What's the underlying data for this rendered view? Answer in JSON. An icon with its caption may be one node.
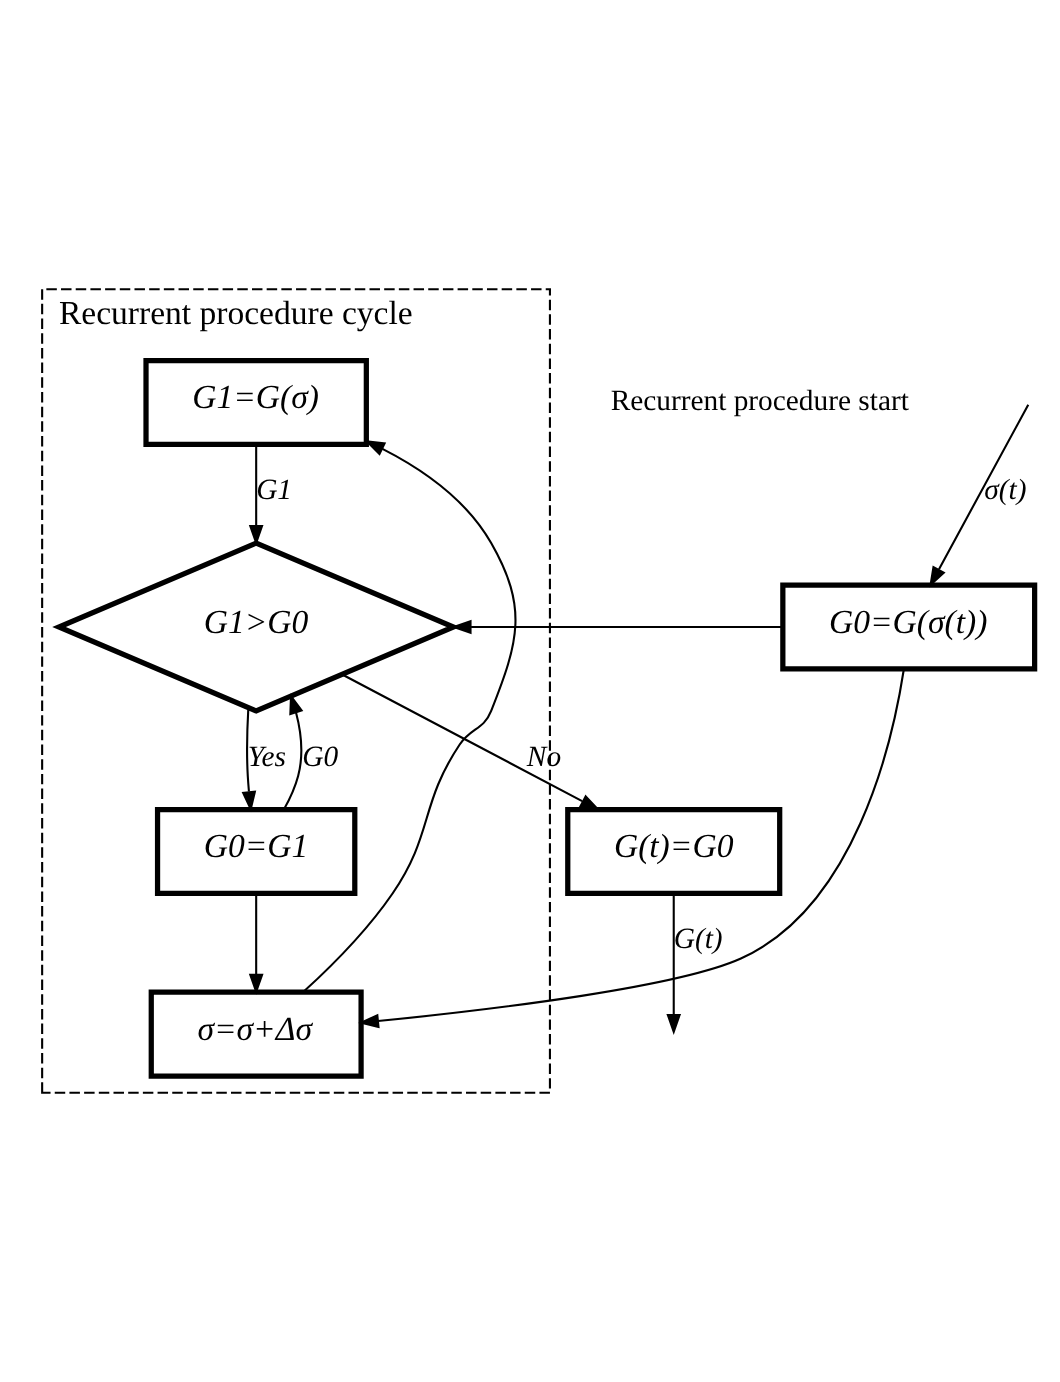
{
  "diagram": {
    "nodes": [
      {
        "text": [
          "Recurrent procedure cycle"
        ]
      },
      {
        "text": [
          "G1=G(σ)"
        ],
        "in": 0
      },
      {
        "text": [
          "G1>G0"
        ],
        "in": 0
      },
      {
        "text": [
          "G0=G1"
        ],
        "in": 0
      },
      {
        "text": [
          "σ=σ+Δσ"
        ],
        "in": 0
      },
      {
        "text": [
          "G(t)=G0"
        ]
      },
      {
        "text": [
          "G0=G(σ(t))"
        ]
      }
    ],
    "edges": [
      {
        "from": 1,
        "to": 2,
        "arrow": "to",
        "label": "G1"
      },
      {
        "from": 2,
        "to": 5,
        "arrow": "to",
        "label": "No"
      },
      {
        "from": 5,
        "to": null,
        "arrow": "to",
        "label": "G(t)"
      },
      {
        "from": 2,
        "to": 3,
        "arrow": "to",
        "label": "Yes"
      },
      {
        "from": 3,
        "to": 4,
        "arrow": "to"
      },
      {
        "from": 3,
        "to": 2,
        "arrow": "to",
        "label": "G0"
      },
      {
        "from": 4,
        "to": 1,
        "arrow": "to"
      },
      {
        "from": 6,
        "to": 2,
        "arrow": "to"
      },
      {
        "from": 6,
        "to": 4,
        "arrow": "to"
      },
      {
        "from": null,
        "to": 6,
        "arrow": "to",
        "label": "σ(t)"
      }
    ],
    "labels": [
      "Recurrent procedure start"
    ]
  }
}
